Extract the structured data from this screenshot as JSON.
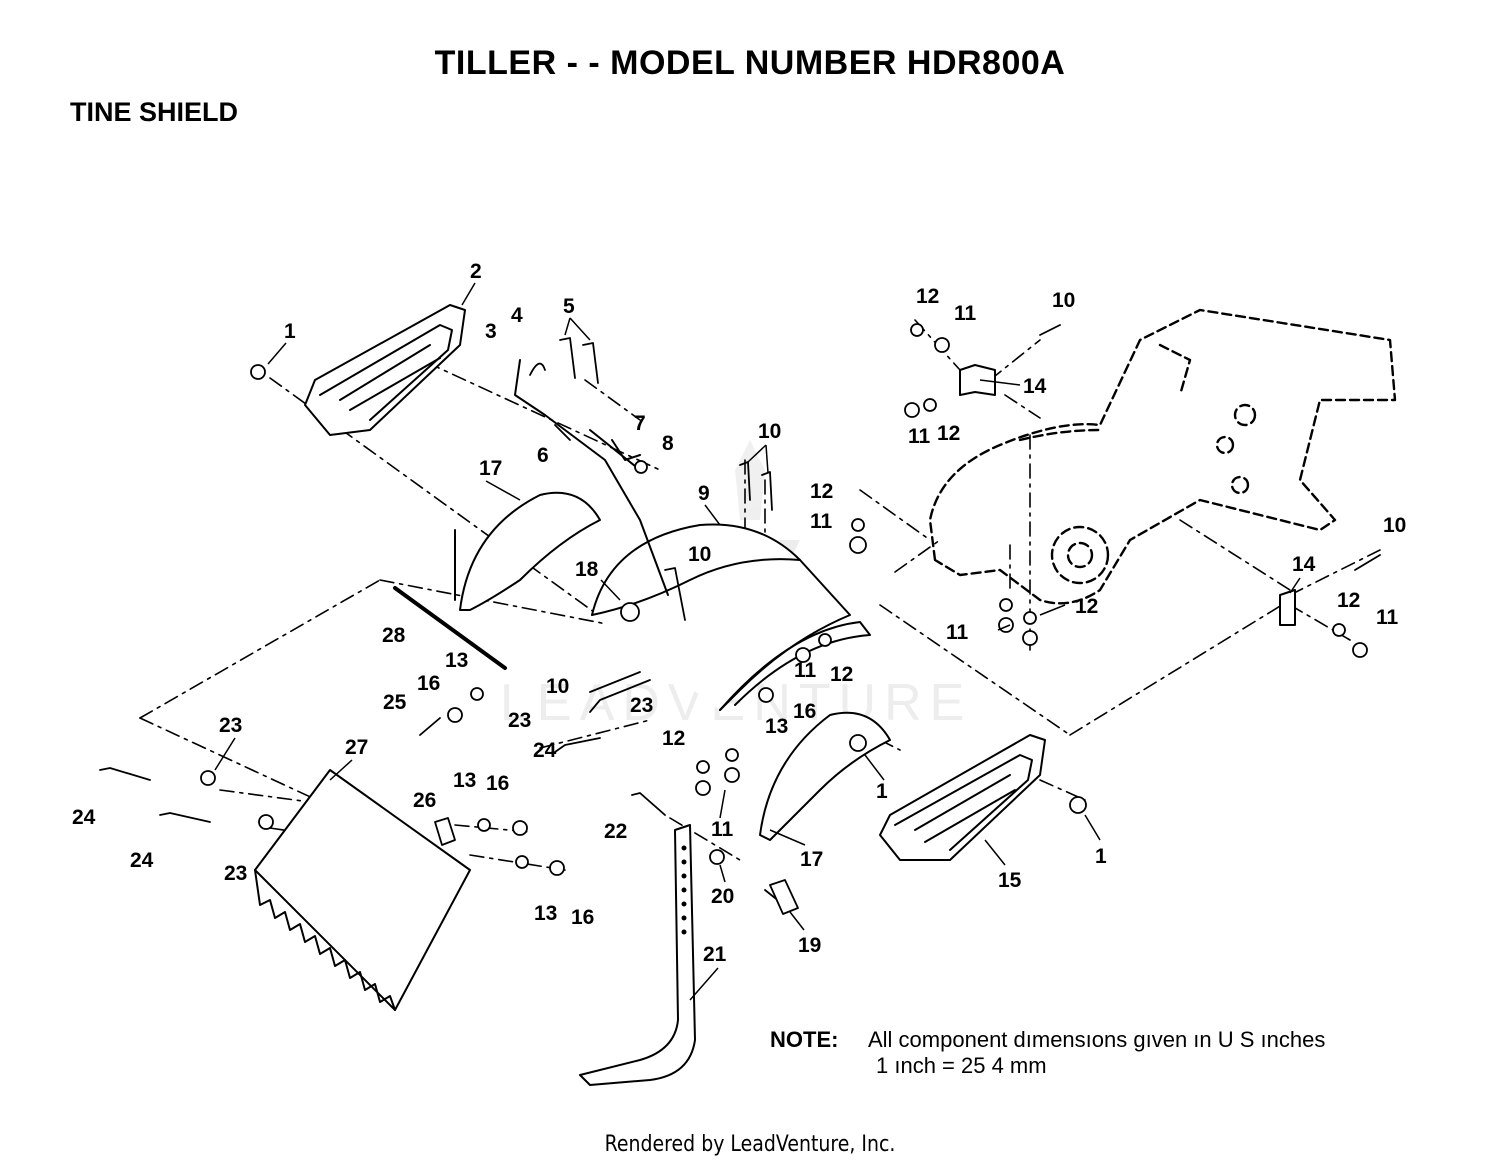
{
  "header": {
    "title": "TILLER - - MODEL NUMBER HDR800A",
    "subtitle": "TINE SHIELD"
  },
  "callouts": [
    {
      "id": "c1a",
      "label": "1"
    },
    {
      "id": "c2",
      "label": "2"
    },
    {
      "id": "c3",
      "label": "3"
    },
    {
      "id": "c4",
      "label": "4"
    },
    {
      "id": "c5",
      "label": "5"
    },
    {
      "id": "c6",
      "label": "6"
    },
    {
      "id": "c7",
      "label": "7"
    },
    {
      "id": "c8",
      "label": "8"
    },
    {
      "id": "c9",
      "label": "9"
    },
    {
      "id": "c10a",
      "label": "10"
    },
    {
      "id": "c10b",
      "label": "10"
    },
    {
      "id": "c10c",
      "label": "10"
    },
    {
      "id": "c10d",
      "label": "10"
    },
    {
      "id": "c10e",
      "label": "10"
    },
    {
      "id": "c12a",
      "label": "12"
    },
    {
      "id": "c11a",
      "label": "11"
    },
    {
      "id": "c14a",
      "label": "14"
    },
    {
      "id": "c11b",
      "label": "11"
    },
    {
      "id": "c12b",
      "label": "12"
    },
    {
      "id": "c12c",
      "label": "12"
    },
    {
      "id": "c11c",
      "label": "11"
    },
    {
      "id": "c17a",
      "label": "17"
    },
    {
      "id": "c18",
      "label": "18"
    },
    {
      "id": "c28",
      "label": "28"
    },
    {
      "id": "c11d",
      "label": "11"
    },
    {
      "id": "c12d",
      "label": "12"
    },
    {
      "id": "c11e",
      "label": "11"
    },
    {
      "id": "c12e",
      "label": "12"
    },
    {
      "id": "c14b",
      "label": "14"
    },
    {
      "id": "c12f",
      "label": "12"
    },
    {
      "id": "c11f",
      "label": "11"
    },
    {
      "id": "c13a",
      "label": "13"
    },
    {
      "id": "c16a",
      "label": "16"
    },
    {
      "id": "c25",
      "label": "25"
    },
    {
      "id": "c23a",
      "label": "23"
    },
    {
      "id": "c23b",
      "label": "23"
    },
    {
      "id": "c13b",
      "label": "13"
    },
    {
      "id": "c16b",
      "label": "16"
    },
    {
      "id": "c24a",
      "label": "24"
    },
    {
      "id": "c12g",
      "label": "12"
    },
    {
      "id": "c11g",
      "label": "11"
    },
    {
      "id": "c1b",
      "label": "1"
    },
    {
      "id": "c1c",
      "label": "1"
    },
    {
      "id": "c23c",
      "label": "23"
    },
    {
      "id": "c27",
      "label": "27"
    },
    {
      "id": "c24b",
      "label": "24"
    },
    {
      "id": "c24c",
      "label": "24"
    },
    {
      "id": "c23d",
      "label": "23"
    },
    {
      "id": "c26",
      "label": "26"
    },
    {
      "id": "c13c",
      "label": "13"
    },
    {
      "id": "c16c",
      "label": "16"
    },
    {
      "id": "c13d",
      "label": "13"
    },
    {
      "id": "c16d",
      "label": "16"
    },
    {
      "id": "c22",
      "label": "22"
    },
    {
      "id": "c20",
      "label": "20"
    },
    {
      "id": "c19",
      "label": "19"
    },
    {
      "id": "c21",
      "label": "21"
    },
    {
      "id": "c17b",
      "label": "17"
    },
    {
      "id": "c15",
      "label": "15"
    }
  ],
  "note": {
    "label": "NOTE:",
    "line1": "All component dımensıons gıven ın U S  ınches",
    "line2": "1 ınch = 25 4 mm"
  },
  "footer": "Rendered by LeadVenture, Inc.",
  "watermark": "LEADVENTURE"
}
